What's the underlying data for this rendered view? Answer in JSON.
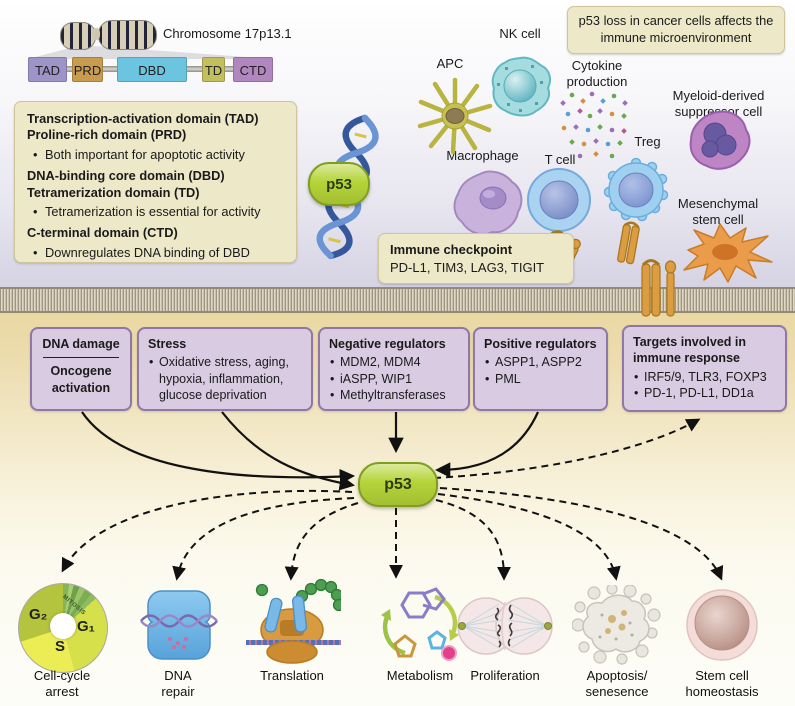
{
  "colors": {
    "p53_green": "#b5d438",
    "cream_fill": "#ece8c8",
    "purple_fill": "#d9cbe2",
    "domains": [
      "#9f94c8",
      "#c99b4e",
      "#6cc5e0",
      "#c2c05e",
      "#b287c0"
    ]
  },
  "chromosome": {
    "label": "Chromosome 17p13.1",
    "domains": [
      "TAD",
      "PRD",
      "DBD",
      "TD",
      "CTD"
    ]
  },
  "domain_info": {
    "g1_title1": "Transcription-activation domain (TAD)",
    "g1_title2": "Proline-rich domain (PRD)",
    "g1_bullet": "Both important for apoptotic activity",
    "g2_title1": "DNA-binding core domain (DBD)",
    "g2_title2": "Tetramerization domain (TD)",
    "g2_bullet": "Tetramerization is essential for activity",
    "g3_title1": "C-terminal domain (CTD)",
    "g3_bullet": "Downregulates DNA binding of DBD"
  },
  "banner": {
    "text": "p53 loss in cancer cells affects the immune microenvironment"
  },
  "cells": {
    "apc": "APC",
    "nk": "NK cell",
    "cytokine": "Cytokine production",
    "mdsc": "Myeloid-derived suppressor cell",
    "macrophage": "Macrophage",
    "tcell": "T cell",
    "treg": "Treg",
    "msc": "Mesenchymal stem cell"
  },
  "p53": {
    "label": "p53"
  },
  "checkpoint": {
    "title": "Immune checkpoint",
    "items": "PD-L1, TIM3, LAG3, TIGIT"
  },
  "boxes": {
    "dna_damage": {
      "title": "DNA damage",
      "subtitle": "Oncogene activation"
    },
    "stress": {
      "title": "Stress",
      "b1": "Oxidative stress, aging, hypoxia, inflammation, glucose deprivation"
    },
    "negative": {
      "title": "Negative regulators",
      "b1": "MDM2, MDM4",
      "b2": "iASPP, WIP1",
      "b3": "Methyltransferases"
    },
    "positive": {
      "title": "Positive regulators",
      "b1": "ASPP1, ASPP2",
      "b2": "PML"
    },
    "targets": {
      "title": "Targets involved in immune response",
      "b1": "IRF5/9, TLR3, FOXP3",
      "b2": "PD-1, PD-L1, DD1a"
    }
  },
  "cell_cycle": {
    "g2": "G₂",
    "s": "S",
    "g1": "G₁",
    "mitosis": "MITOSIS"
  },
  "outcomes": {
    "o1": "Cell-cycle arrest",
    "o2": "DNA repair",
    "o3": "Translation",
    "o4": "Metabolism",
    "o5": "Proliferation",
    "o6": "Apoptosis/ senesence",
    "o7": "Stem cell homeostasis"
  }
}
